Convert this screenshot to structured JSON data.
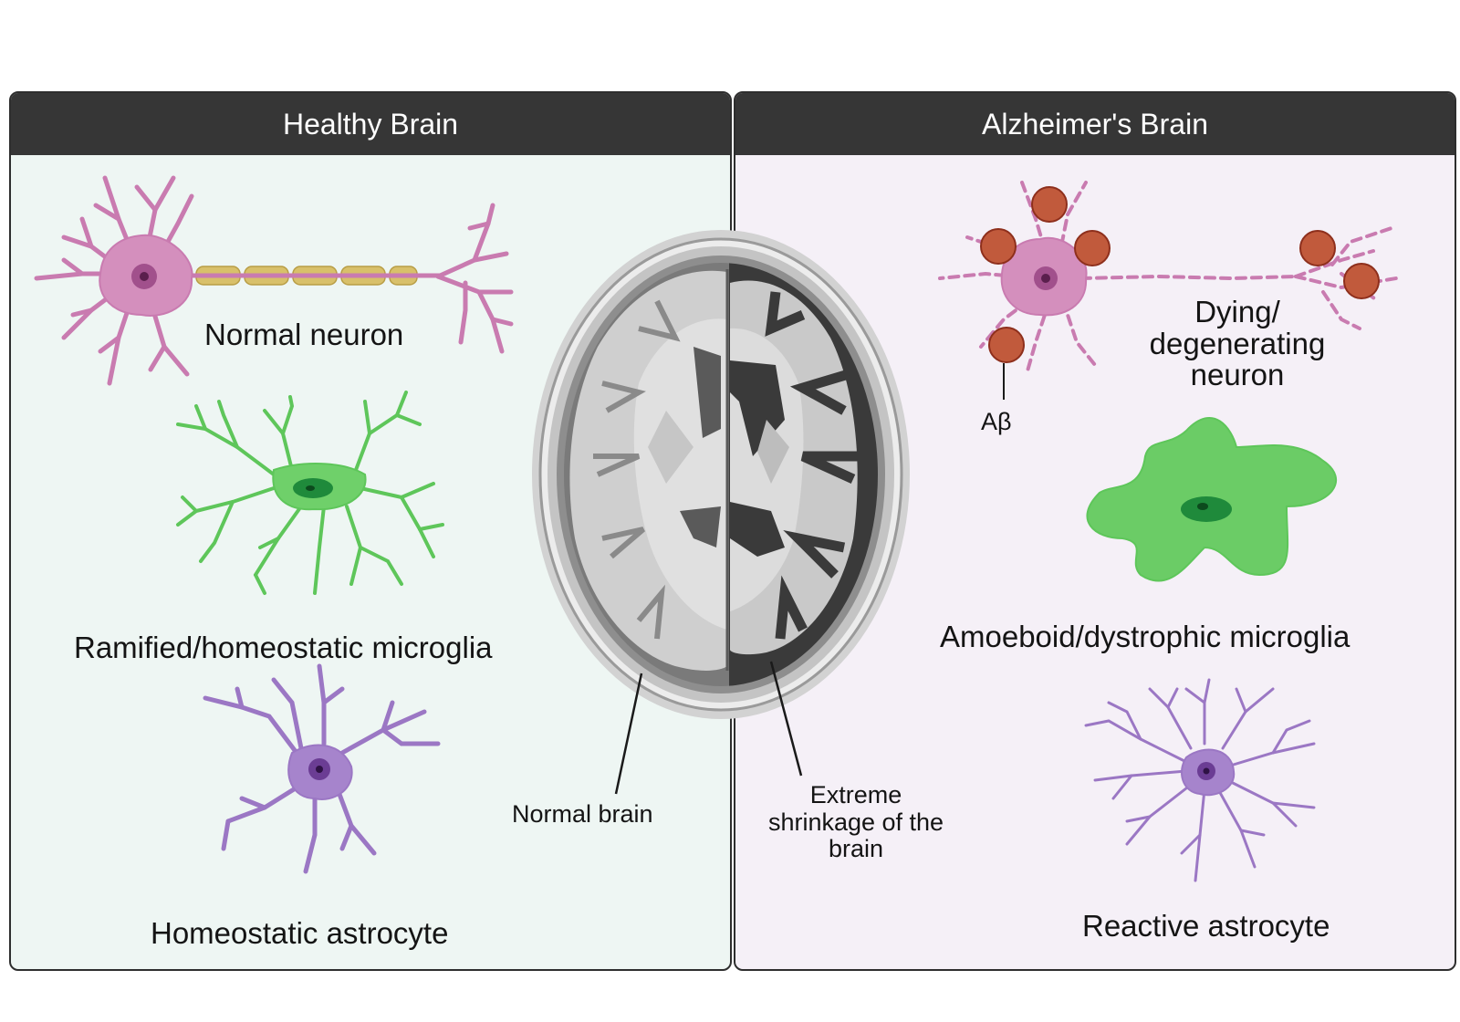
{
  "panels": {
    "healthy": {
      "title": "Healthy Brain"
    },
    "alzheimers": {
      "title": "Alzheimer's Brain"
    }
  },
  "labels": {
    "normal_neuron": "Normal neuron",
    "ramified_microglia": "Ramified/homeostatic microglia",
    "homeostatic_astrocyte": "Homeostatic astrocyte",
    "normal_brain": "Normal brain",
    "dying_neuron": "Dying/\ndegenerating\nneuron",
    "abeta": "Aβ",
    "amoeboid_microglia": "Amoeboid/dystrophic microglia",
    "extreme_shrinkage": "Extreme\nshrinkage of the\nbrain",
    "reactive_astrocyte": "Reactive astrocyte"
  },
  "colors": {
    "neuron": "#c97bb0",
    "microglia": "#5ec65a",
    "astrocyte": "#9b77c4",
    "amyloid": "#b5533a",
    "myelin": "#d8c06a",
    "header": "#363636"
  }
}
